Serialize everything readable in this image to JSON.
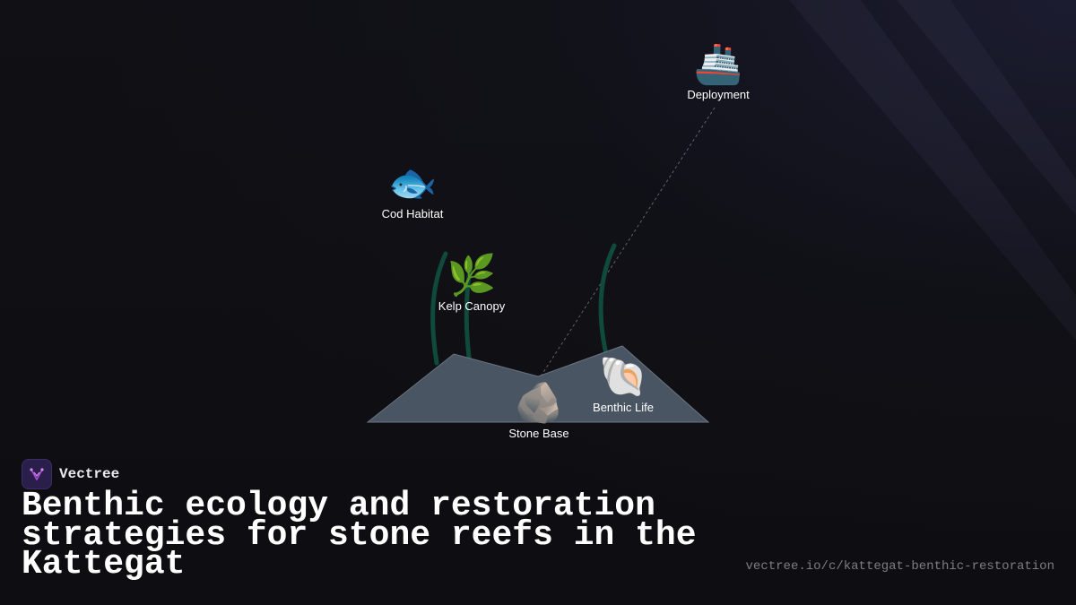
{
  "nodes": {
    "deployment": {
      "emoji": "🚢",
      "label": "Deployment"
    },
    "cod_habitat": {
      "emoji": "🐟",
      "label": "Cod Habitat"
    },
    "kelp_canopy": {
      "emoji": "🌿",
      "label": "Kelp Canopy"
    },
    "benthic_life": {
      "emoji": "🐚",
      "label": "Benthic Life"
    },
    "stone_base": {
      "emoji": "🪨",
      "label": "Stone Base"
    }
  },
  "brand": {
    "name": "Vectree"
  },
  "title": "Benthic ecology and restoration strategies for stone reefs in the Kattegat",
  "url": "vectree.io/c/kattegat-benthic-restoration",
  "colors": {
    "background": "#0f0f13",
    "reef": "#4a5563",
    "kelp": "#0f4a3c",
    "text": "#ffffff",
    "url": "#7c7c86",
    "brand_accent": "#b04be0"
  }
}
